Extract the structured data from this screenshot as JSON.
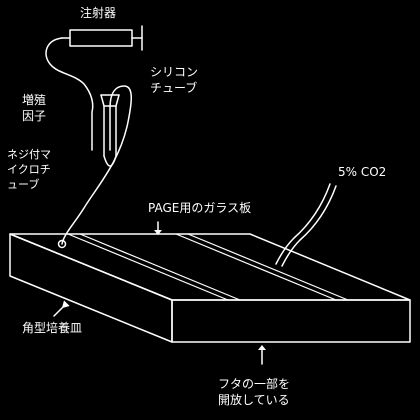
{
  "labels": {
    "syringe": "注射器",
    "silicone_tube": [
      "シリコン",
      "チューブ"
    ],
    "growth_factor": [
      "増殖",
      "因子"
    ],
    "microtube": [
      "ネジ付マ",
      "イクロチ",
      "ューブ"
    ],
    "co2": "5% CO2",
    "glass_plate": "PAGE用のガラス板",
    "dish": "角型培養皿",
    "lid": [
      "フタの一部を",
      "開放している"
    ]
  },
  "colors": {
    "background": "#000000",
    "line": "#ffffff"
  }
}
